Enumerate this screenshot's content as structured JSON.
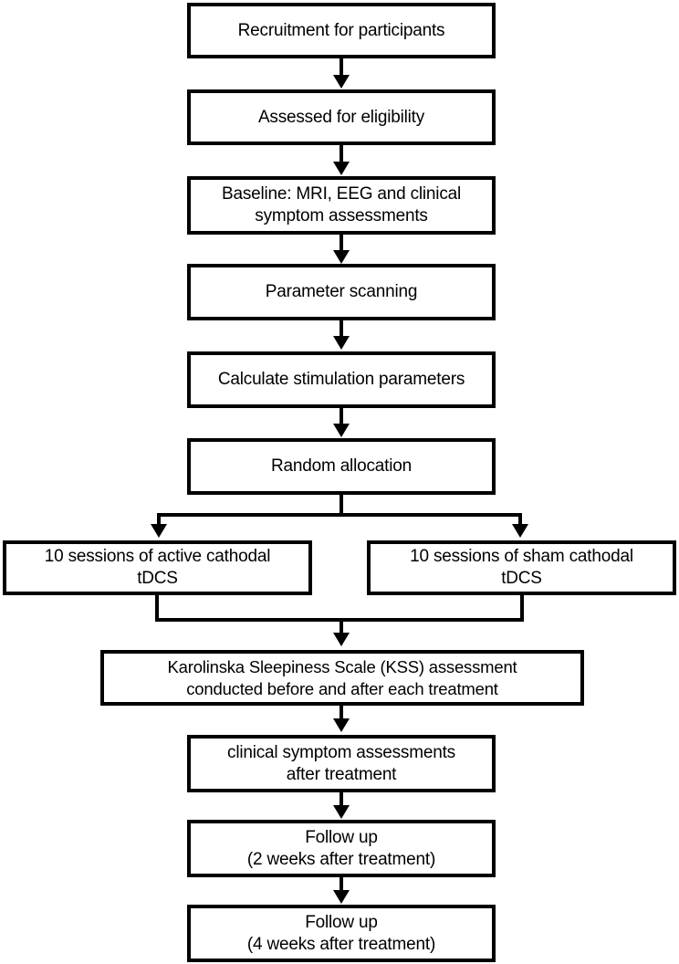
{
  "figure": {
    "type": "flowchart",
    "title": "Study protocol flow diagram",
    "colors": {
      "line": "#000000",
      "box_fill": "#ffffff",
      "text": "#000000"
    }
  },
  "nodes": {
    "recruitment": "Recruitment for participants",
    "eligibility": "Assessed for eligibility",
    "baseline": "Baseline:  MRI, EEG and clinical\nsymptom assessments",
    "parameter_scanning": "Parameter scanning",
    "calculate_parameters": "Calculate stimulation parameters",
    "random_allocation": "Random allocation",
    "arm_active": "10 sessions of active cathodal\ntDCS",
    "arm_sham": "10 sessions of sham cathodal\ntDCS",
    "kss": "Karolinska Sleepiness Scale (KSS) assessment\nconducted before and after each treatment",
    "clinical_after": "clinical symptom assessments\nafter treatment",
    "followup_2w": "Follow up\n(2 weeks after treatment)",
    "followup_4w": "Follow up\n(4 weeks after treatment)"
  },
  "flow": {
    "sequence": [
      "recruitment",
      "eligibility",
      "baseline",
      "parameter_scanning",
      "calculate_parameters",
      "random_allocation"
    ],
    "branch_from": "random_allocation",
    "branches": [
      "arm_active",
      "arm_sham"
    ],
    "merge_to": "kss",
    "tail_sequence": [
      "kss",
      "clinical_after",
      "followup_2w",
      "followup_4w"
    ]
  }
}
